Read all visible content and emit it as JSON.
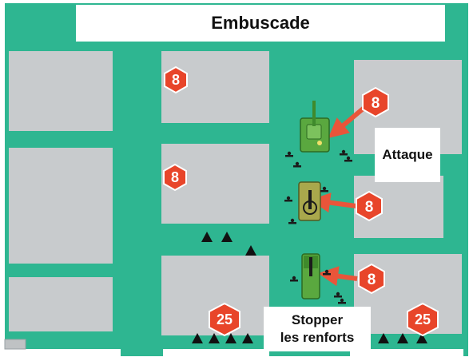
{
  "title": "Embuscade",
  "labels": {
    "attack": "Attaque",
    "reinforcements": "Stopper\nles renforts"
  },
  "markers": {
    "block_left_top": "8",
    "block_left_mid": "8",
    "arrow_top": "8",
    "arrow_mid": "8",
    "arrow_bottom": "8",
    "bottom_left": "25",
    "bottom_right": "25"
  },
  "colors": {
    "ground": "#2eb691",
    "block": "#c8cbcd",
    "marker": "#e8452a",
    "arrow": "#e9553a",
    "vehicle": "#5aa83f",
    "vehicle_tan": "#a9a84c",
    "triangle": "#111111"
  }
}
